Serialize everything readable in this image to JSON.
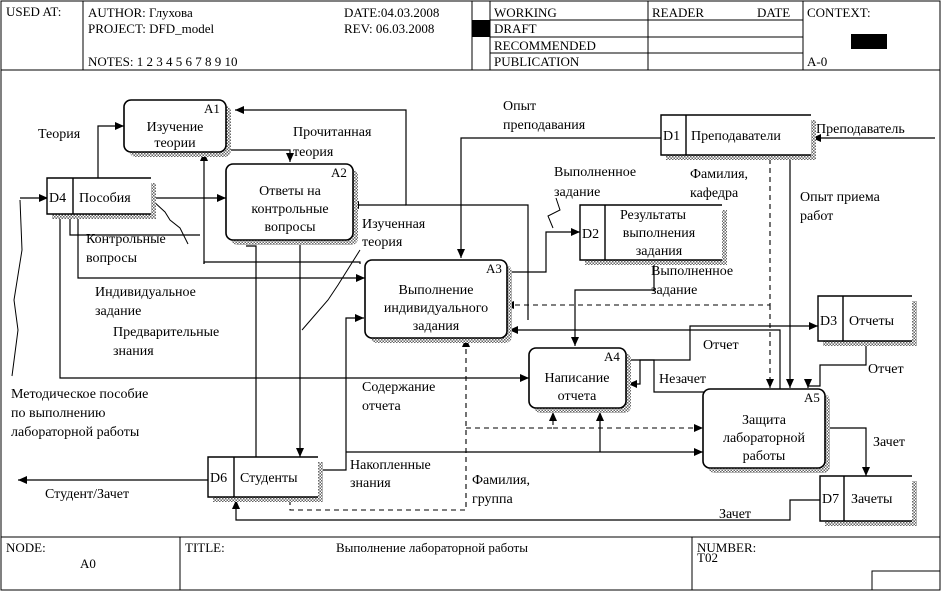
{
  "header": {
    "used_at": "USED AT:",
    "author": "AUTHOR:  Глухова",
    "project": "PROJECT:  DFD_model",
    "notes": "NOTES:  1  2  3  4  5  6  7  8  9  10",
    "date": "DATE:04.03.2008",
    "rev": "REV:    06.03.2008",
    "status": [
      "WORKING",
      "DRAFT",
      "RECOMMENDED",
      "PUBLICATION"
    ],
    "reader": "READER",
    "reader_date": "DATE",
    "context": "CONTEXT:",
    "context_node": "A-0"
  },
  "footer": {
    "node_label": "NODE:",
    "node_value": "A0",
    "title_label": "TITLE:",
    "title_value": "Выполнение лабораторной работы",
    "number_label": "NUMBER:",
    "number_value": "T02"
  },
  "processes": [
    {
      "id": "A1",
      "lines": [
        "Изучение",
        "теории"
      ]
    },
    {
      "id": "A2",
      "lines": [
        "Ответы на",
        "контрольные",
        "вопросы"
      ]
    },
    {
      "id": "A3",
      "lines": [
        "Выполнение",
        "индивидуального",
        "задания"
      ]
    },
    {
      "id": "A4",
      "lines": [
        "Написание",
        "отчета"
      ]
    },
    {
      "id": "A5",
      "lines": [
        "Защита",
        "лабораторной",
        "работы"
      ]
    }
  ],
  "stores": [
    {
      "id": "D4",
      "lines": [
        "Пособия"
      ]
    },
    {
      "id": "D1",
      "lines": [
        "Преподаватели"
      ]
    },
    {
      "id": "D2",
      "lines": [
        "Результаты",
        "выполнения",
        "задания"
      ]
    },
    {
      "id": "D3",
      "lines": [
        "Отчеты"
      ]
    },
    {
      "id": "D6",
      "lines": [
        "Студенты"
      ]
    },
    {
      "id": "D7",
      "lines": [
        "Зачеты"
      ]
    }
  ],
  "flow_labels": {
    "teoriya": "Теория",
    "prochitannaya": [
      "Прочитанная",
      "теория"
    ],
    "kontrolnye": [
      "Контрольные",
      "вопросы"
    ],
    "izuchennaya": [
      "Изученная",
      "теория"
    ],
    "individualnoe": [
      "Индивидуальное",
      "задание"
    ],
    "predvaritelnye": [
      "Предварительные",
      "знания"
    ],
    "metodicheskoe": [
      "Методическое пособие",
      "по выполнению",
      "лабораторной работы"
    ],
    "opyt_prepodavaniya": [
      "Опыт",
      "преподавания"
    ],
    "prepodavatel": "Преподаватель",
    "vypolnennoe1": [
      "Выполненное",
      "задание"
    ],
    "familiya_kafedra": [
      "Фамилия,",
      "кафедра"
    ],
    "opyt_priema": [
      "Опыт приема",
      "работ"
    ],
    "vypolnennoe2": [
      "Выполненное",
      "задание"
    ],
    "otchet1": "Отчет",
    "otchet2": "Отчет",
    "nezachet": "Незачет",
    "soderzhanie": [
      "Содержание",
      "отчета"
    ],
    "nakoplennye": [
      "Накопленные",
      "знания"
    ],
    "familiya_gruppa": [
      "Фамилия,",
      "группа"
    ],
    "zachet1": "Зачет",
    "zachet2": "Зачет",
    "student_zachet": "Студент/Зачет"
  }
}
